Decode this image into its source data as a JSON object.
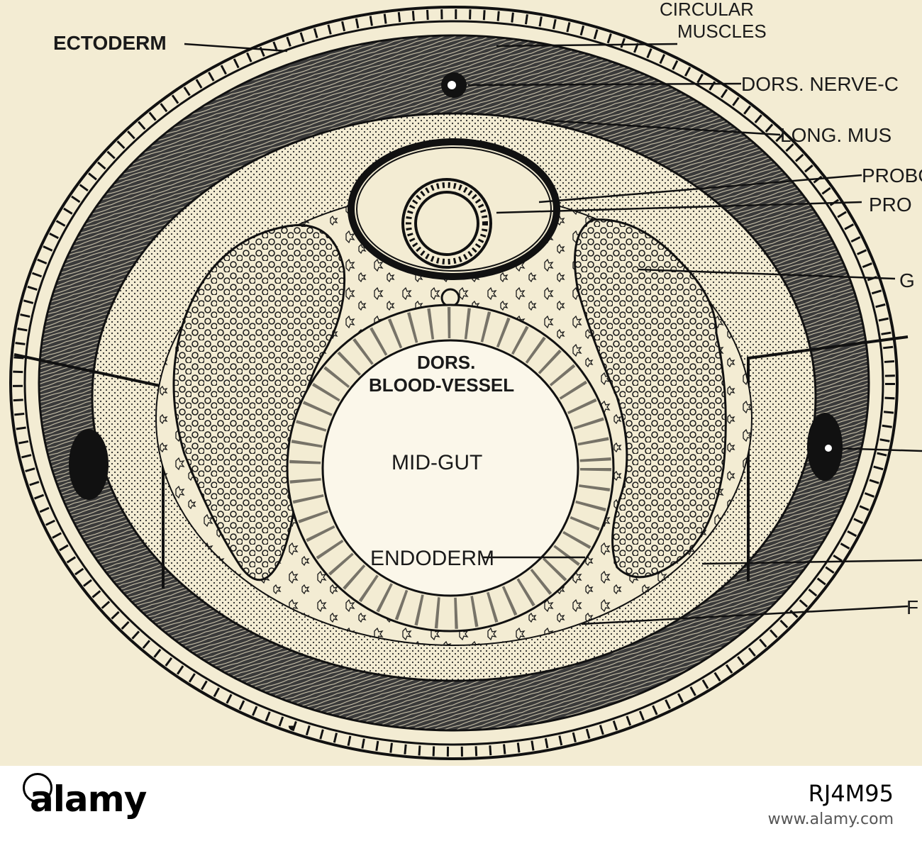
{
  "diagram": {
    "labels": {
      "ectoderm": "ECTODERM",
      "circular_muscles_1": "CIRCULAR",
      "circular_muscles_2": "MUSCLES",
      "dors_nerve": "DORS. NERVE-C",
      "long_muscles": "LONG. MUS",
      "probo_1": "PROBO",
      "probo_2": "PRO",
      "g": "G",
      "dors_blood_1": "DORS.",
      "dors_blood_2": "BLOOD-VESSEL",
      "mid_gut": "MID-GUT",
      "endoderm": "ENDODERM",
      "f": "F"
    }
  },
  "footer": {
    "brand": "alamy",
    "stock_id": "RJ4M95",
    "url": "www.alamy.com"
  }
}
